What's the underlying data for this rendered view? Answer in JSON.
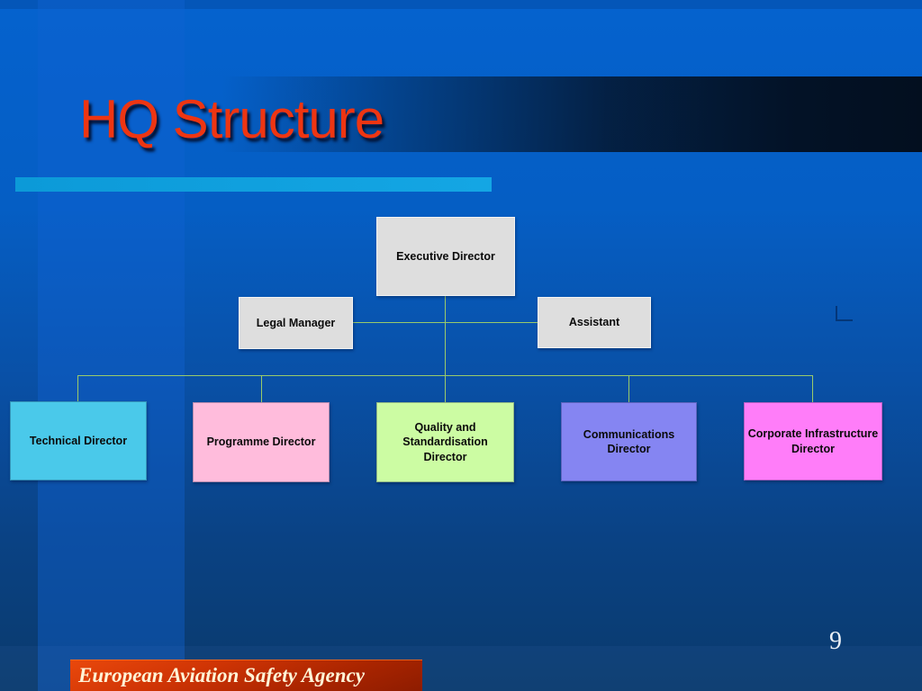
{
  "slide": {
    "title": "HQ Structure",
    "page_number": "9",
    "footer_banner": "European Aviation Safety Agency"
  },
  "colors": {
    "background_top": "#0562CE",
    "background_bottom": "#0A3A6C",
    "title_text": "#EE3512",
    "title_band_dark": "#030F1F",
    "accent_bar": "#10A0DE",
    "connector_line": "#9ACB6A",
    "banner_red_light": "#E9480C",
    "banner_red_dark": "#8E1C00",
    "banner_text": "#FFF3D6",
    "node_gray": "#DEDEDE"
  },
  "org_chart": {
    "nodes": [
      {
        "id": "executive",
        "label": "Executive Director",
        "fill": "#DEDEDE"
      },
      {
        "id": "legal",
        "label": "Legal Manager",
        "fill": "#DEDEDE"
      },
      {
        "id": "assistant",
        "label": "Assistant",
        "fill": "#DEDEDE"
      },
      {
        "id": "technical",
        "label": "Technical Director",
        "fill": "#4AC9EA"
      },
      {
        "id": "programme",
        "label": "Programme Director",
        "fill": "#FFBCDC"
      },
      {
        "id": "quality",
        "label": "Quality and\nStandardisation Director",
        "fill": "#CCFCA3"
      },
      {
        "id": "communications",
        "label": "Communications\nDirector",
        "fill": "#8585F2"
      },
      {
        "id": "corporate",
        "label": "Corporate Infrastructure\nDirector",
        "fill": "#FF7DF9"
      }
    ]
  }
}
